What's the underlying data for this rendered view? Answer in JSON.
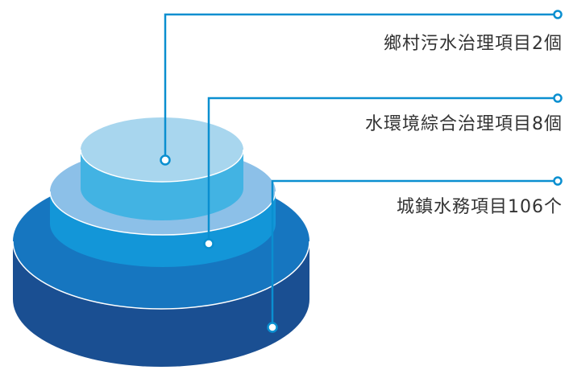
{
  "diagram": {
    "colors": {
      "line": "#0a8fd0",
      "top_tier_face": "#a8d6ee",
      "top_tier_side": "#42b3e3",
      "middle_tier_face": "#8cc0e8",
      "middle_tier_side": "#1396d8",
      "bottom_tier_face": "#1676c0",
      "bottom_tier_side": "#1a4f92",
      "text": "#333333"
    },
    "labels": {
      "top": "鄉村污水治理項目2個",
      "middle": "水環境綜合治理項目8個",
      "bottom": "城鎮水務項目106个"
    }
  }
}
